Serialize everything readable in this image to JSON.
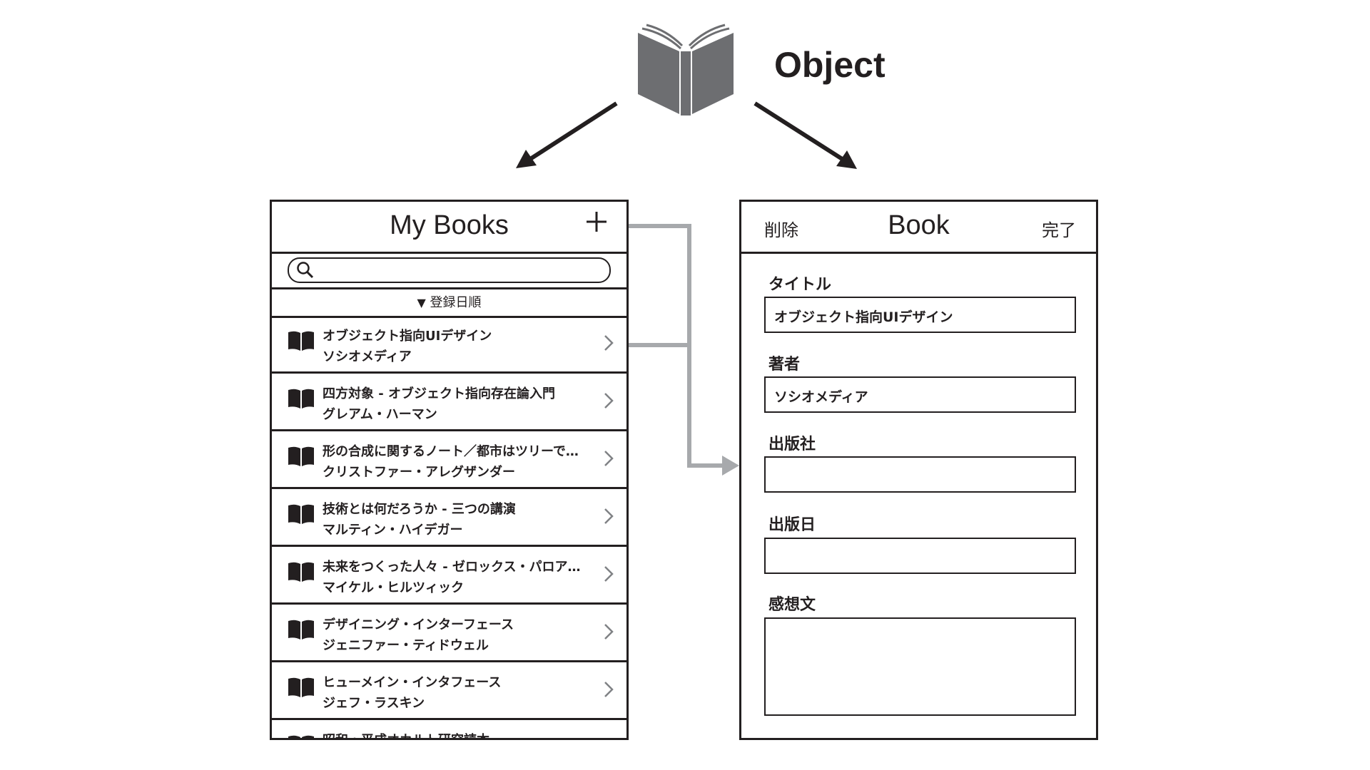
{
  "object_label": "Object",
  "list_screen": {
    "title": "My Books",
    "add_icon": "plus-icon",
    "search": {
      "value": "",
      "placeholder": ""
    },
    "sort_label": "登録日順",
    "items": [
      {
        "title": "オブジェクト指向UIデザイン",
        "author": "ソシオメディア"
      },
      {
        "title": "四方対象 - オブジェクト指向存在論入門",
        "author": "グレアム・ハーマン"
      },
      {
        "title": "形の合成に関するノート／都市はツリーで…",
        "author": "クリストファー・アレグザンダー"
      },
      {
        "title": "技術とは何だろうか - 三つの講演",
        "author": "マルティン・ハイデガー"
      },
      {
        "title": "未来をつくった人々 - ゼロックス・パロア…",
        "author": "マイケル・ヒルツィック"
      },
      {
        "title": "デザイニング・インターフェース",
        "author": "ジェニファー・ティドウェル"
      },
      {
        "title": "ヒューメイン・インタフェース",
        "author": "ジェフ・ラスキン"
      },
      {
        "title": "昭和・平成オカルト研究読本",
        "author": ""
      }
    ]
  },
  "detail_screen": {
    "title": "Book",
    "delete_label": "削除",
    "done_label": "完了",
    "fields": [
      {
        "label": "タイトル",
        "value": "オブジェクト指向UIデザイン"
      },
      {
        "label": "著者",
        "value": "ソシオメディア"
      },
      {
        "label": "出版社",
        "value": ""
      },
      {
        "label": "出版日",
        "value": ""
      },
      {
        "label": "感想文",
        "value": ""
      }
    ]
  },
  "colors": {
    "ink": "#231f20",
    "connector": "#a7a9ac",
    "icon_gray": "#6d6e71"
  }
}
